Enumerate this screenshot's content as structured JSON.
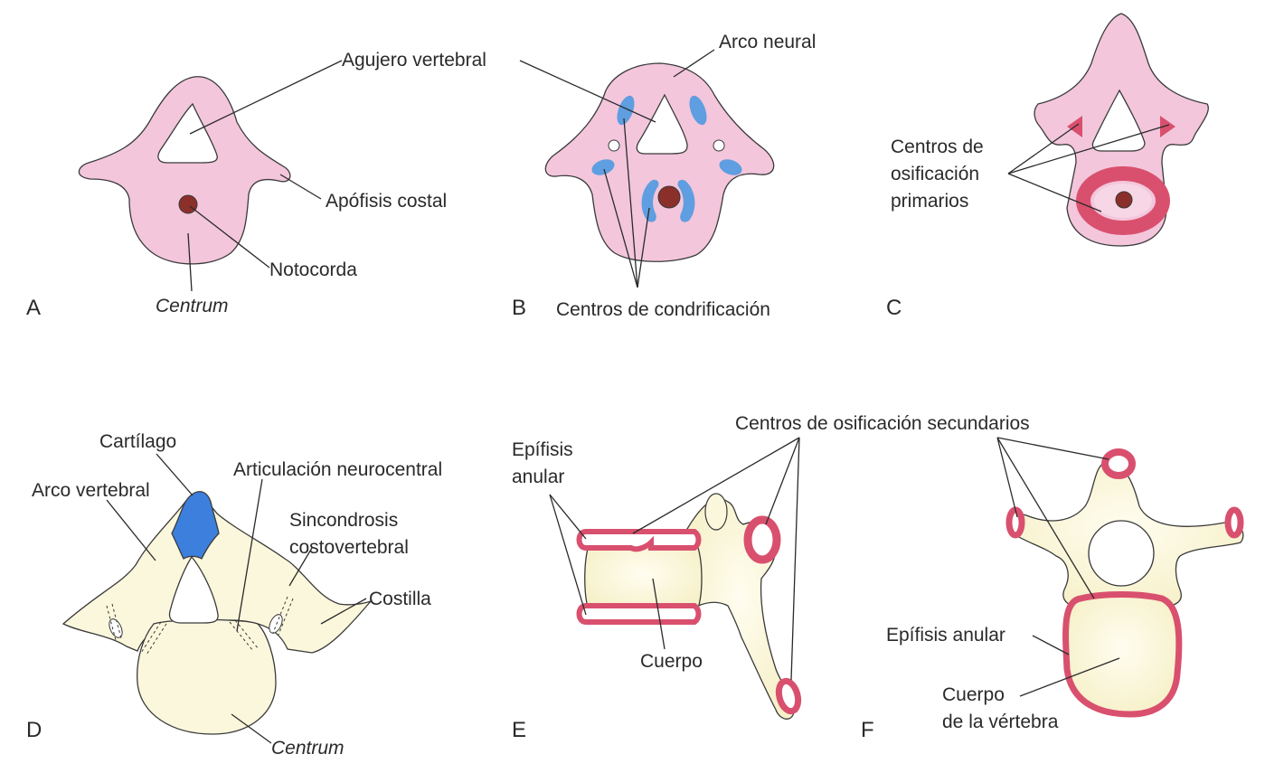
{
  "panels": {
    "a": "A",
    "b": "B",
    "c": "C",
    "d": "D",
    "e": "E",
    "f": "F"
  },
  "labels": {
    "agujero_vertebral": "Agujero vertebral",
    "arco_neural": "Arco neural",
    "apofisis_costal": "Apófisis costal",
    "notocorda": "Notocorda",
    "centrum_a": "Centrum",
    "centros_condrificacion": "Centros de condrificación",
    "centros_osificacion_primarios": [
      "Centros de",
      "osificación",
      "primarios"
    ],
    "cartilago": "Cartílago",
    "arco_vertebral": "Arco vertebral",
    "articulacion_neurocentral": "Articulación neurocentral",
    "sincondrosis": [
      "Sincondrosis",
      "costovertebral"
    ],
    "costilla": "Costilla",
    "centrum_d": "Centrum",
    "epifisis_anular_e": [
      "Epífisis",
      "anular"
    ],
    "cuerpo_e": "Cuerpo",
    "centros_osificacion_secundarios": "Centros de osificación secundarios",
    "epifisis_anular_f": "Epífisis anular",
    "cuerpo_vertebra": [
      "Cuerpo",
      "de la vértebra"
    ]
  },
  "colors": {
    "mesenchyme_pink": "#f3c6dc",
    "chondrification_blue": "#5f9ee0",
    "ossification_red": "#d9506e",
    "notochord_brown": "#8b2f2a",
    "bone_cream": "#fbf7dc",
    "cartilage_blue": "#3d7fdc",
    "outline": "#3a3a3a"
  }
}
